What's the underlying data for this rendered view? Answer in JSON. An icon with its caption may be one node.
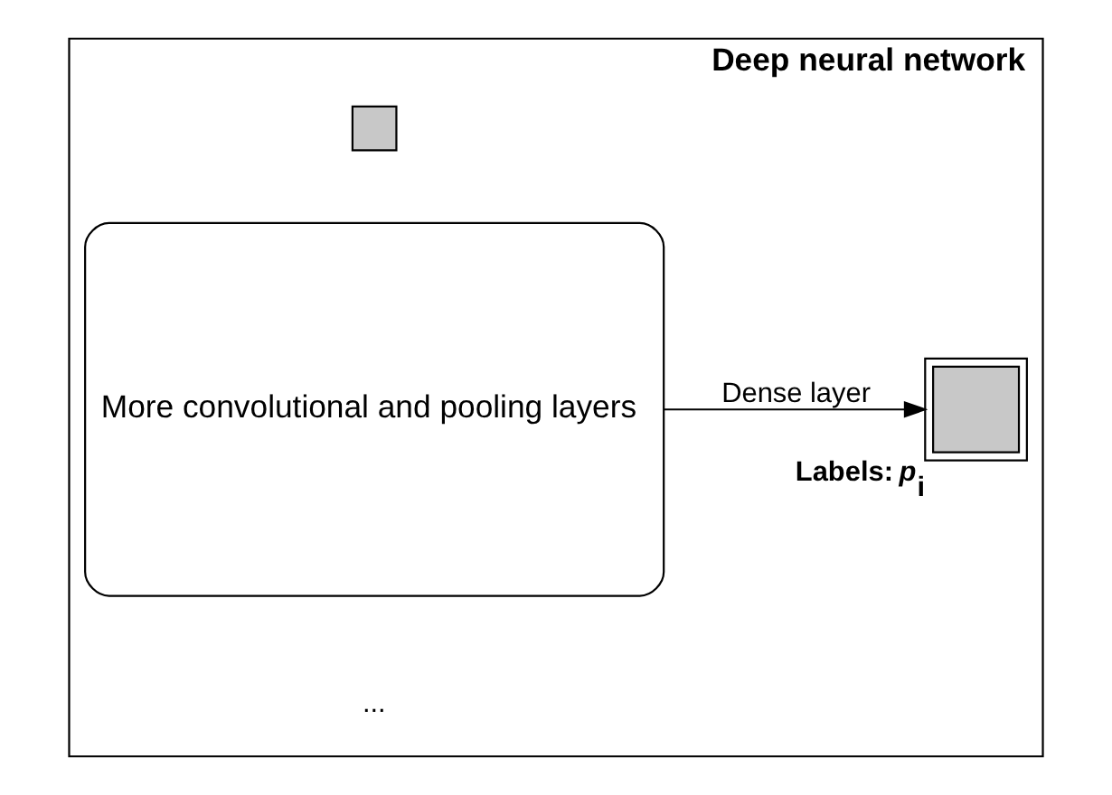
{
  "diagram": {
    "nodes": [
      {
        "text": [
          "Deep neural network"
        ]
      },
      {
        "text": [],
        "shape": "box",
        "in": 0
      },
      {
        "text": [
          "More convolutional and pooling layers"
        ],
        "in": 0
      },
      {
        "text": [],
        "shape": "box",
        "in": 0,
        "beside": [
          "Labels: *p*$_{i}$"
        ]
      }
    ],
    "edges": [
      {
        "from": 2,
        "to": 3,
        "arrow": "to",
        "label": "Dense layer"
      }
    ],
    "labels": [
      "..."
    ]
  }
}
